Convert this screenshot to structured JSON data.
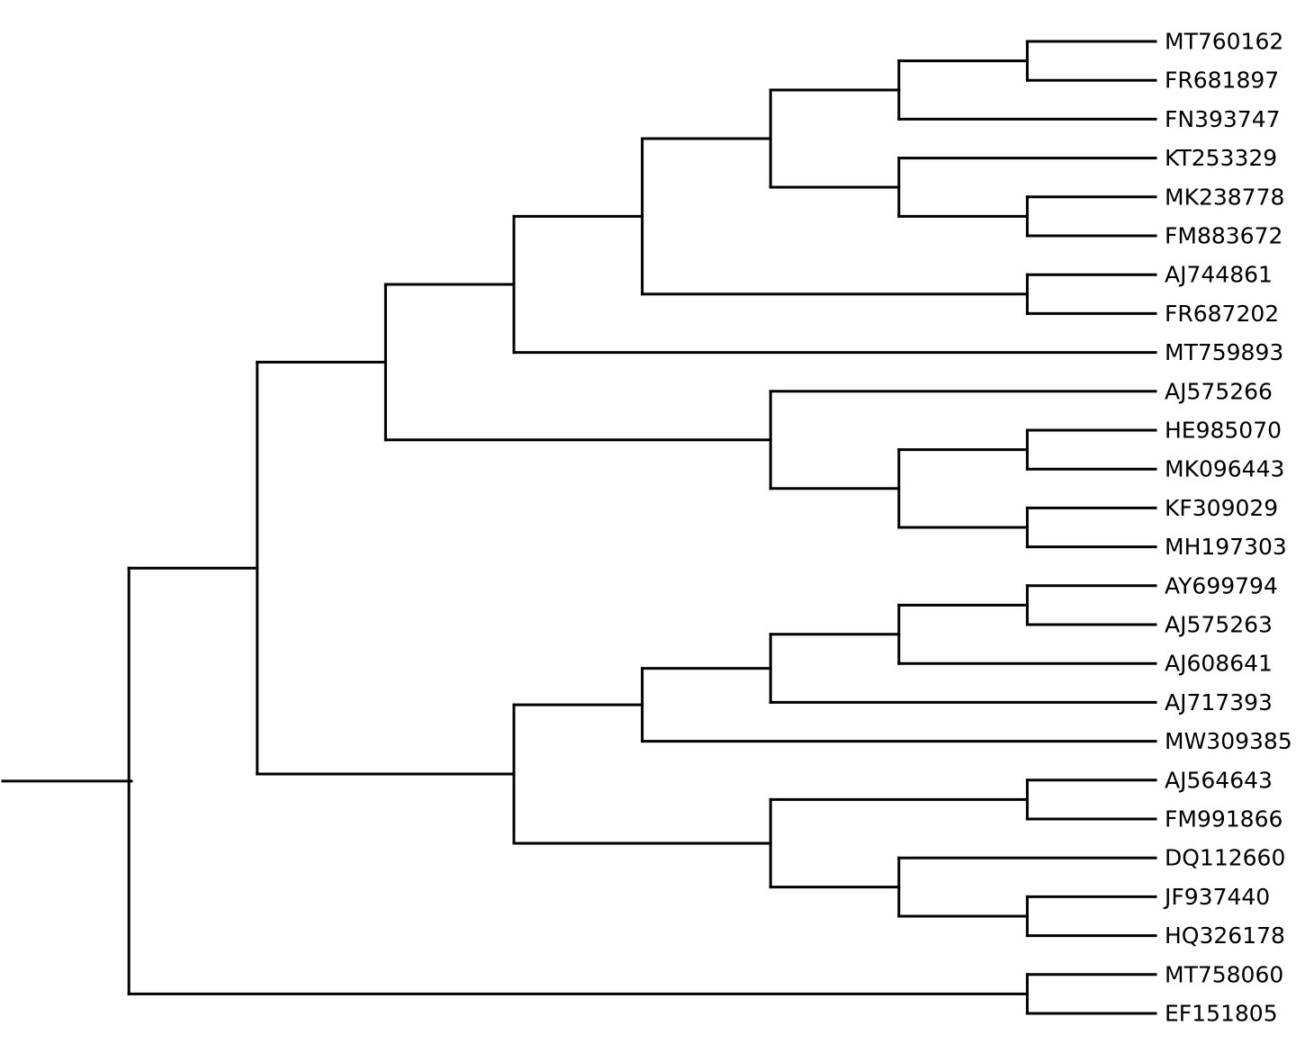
{
  "tree": {
    "line_color": "#000000",
    "newick": "((((((((MT760162,FR681897),FN393747),(KT253329,(MK238778,FM883672))),(AJ744861,FR687202)),MT759893),(AJ575266,((HE985070,MK096443),(KF309029,MH197303)))),(((((AY699794,AJ575263),AJ608641),AJ717393),MW309385),((AJ564643,FM991866),(DQ112660,(JF937440,HQ326178))))),(MT758060,EF151805))",
    "leaves": [
      "MT760162",
      "FR681897",
      "FN393747",
      "KT253329",
      "MK238778",
      "FM883672",
      "AJ744861",
      "FR687202",
      "MT759893",
      "AJ575266",
      "HE985070",
      "MK096443",
      "KF309029",
      "MH197303",
      "AY699794",
      "AJ575263",
      "AJ608641",
      "AJ717393",
      "MW309385",
      "AJ564643",
      "FM991866",
      "DQ112660",
      "JF937440",
      "HQ326178",
      "MT758060",
      "EF151805"
    ]
  }
}
